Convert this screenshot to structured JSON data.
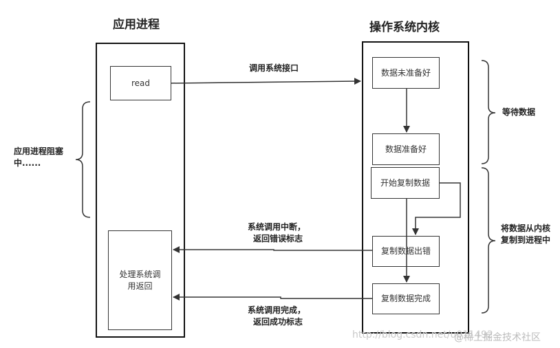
{
  "headings": {
    "app_process": "应用进程",
    "kernel": "操作系统内核"
  },
  "app_boxes": {
    "read": "read",
    "handle_return": "处理系统调用返回"
  },
  "kernel_boxes": {
    "data_not_ready": "数据未准备好",
    "data_ready": "数据准备好",
    "start_copy": "开始复制数据",
    "copy_error": "复制数据出错",
    "copy_done": "复制数据完成"
  },
  "arrow_labels": {
    "syscall": "调用系统接口",
    "interrupt_line1": "系统调用中断，",
    "interrupt_line2": "返回错误标志",
    "complete_line1": "系统调用完成，",
    "complete_line2": "返回成功标志"
  },
  "brace_labels": {
    "blocked": "应用进程阻塞中......",
    "waiting": "等待数据",
    "copying": "将数据从内核复制到进程中"
  },
  "watermark": {
    "url": "http://blog.csdn.net/u011492",
    "site": "@稀土掘金技术社区"
  }
}
